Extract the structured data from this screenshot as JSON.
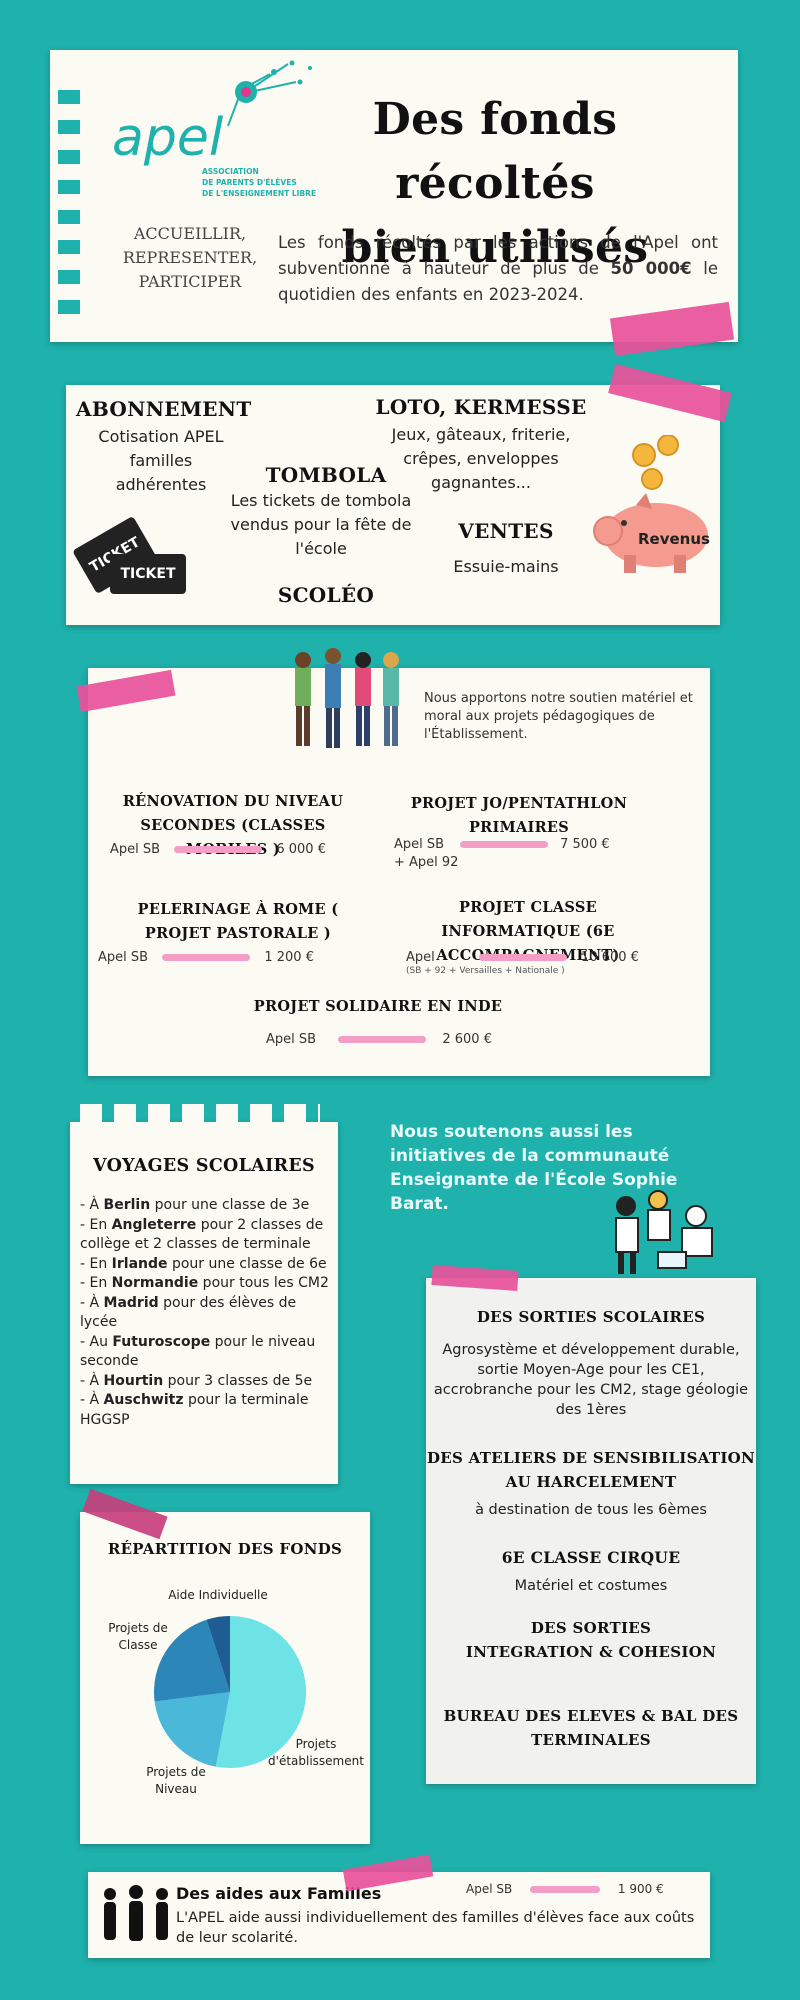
{
  "header": {
    "logo_text": "apel",
    "logo_sub": [
      "ASSOCIATION",
      "DE PARENTS D'ÉLÈVES",
      "DE L'ENSEIGNEMENT LIBRE"
    ],
    "motto": [
      "ACCUEILLIR,",
      "REPRESENTER,",
      "PARTICIPER"
    ],
    "title_line1": "Des fonds récoltés",
    "title_line2": "bien utilisés",
    "intro_pre": "Les fonds récoltés par les actions de l'Apel ont subventionné à hauteur de  plus de ",
    "intro_amount": "50 000€",
    "intro_post": " le quotidien des enfants en 2023-2024."
  },
  "revenue": {
    "abonnement_title": "ABONNEMENT",
    "abonnement_text": "Cotisation APEL familles adhérentes",
    "loto_title": "LOTO, KERMESSE",
    "loto_text": "Jeux, gâteaux, friterie, crêpes, enveloppes gagnantes...",
    "tombola_title": "TOMBOLA",
    "tombola_text": "Les tickets de tombola vendus pour la fête de l'école",
    "ventes_title": "VENTES",
    "ventes_text": "Essuie-mains",
    "scoleo_title": "SCOLÉO",
    "ticket_text_1": "TICKET",
    "ticket_text_2": "TICKET",
    "piggy_label": "Revenus"
  },
  "projects": {
    "intro": "Nous apportons notre soutien matériel et moral aux projets pédagogiques de l'Établissement.",
    "items": [
      {
        "title": "RÉNOVATION DU NIVEAU SECONDES  (CLASSES MOBILES )",
        "payer": "Apel SB",
        "amount": "6 000 €"
      },
      {
        "title": "PROJET JO/PENTATHLON PRIMAIRES",
        "payer": "Apel SB",
        "payer2": "+ Apel 92",
        "amount": "7 500 €"
      },
      {
        "title": "PELERINAGE À ROME ( PROJET PASTORALE )",
        "payer": "Apel SB",
        "amount": "1 200 €"
      },
      {
        "title": "PROJET CLASSE INFORMATIQUE (6E ACCOMPAGNEMENT)",
        "payer": "Apel",
        "payer_note": "(SB + 92 + Versailles + Nationale )",
        "amount": "10 600 €"
      },
      {
        "title": "PROJET SOLIDAIRE EN INDE",
        "payer": "Apel SB",
        "amount": "2 600 €"
      }
    ]
  },
  "voyages": {
    "title": "VOYAGES SCOLAIRES",
    "items": [
      {
        "pre": "-  À ",
        "bold": "Berlin",
        "post": " pour une classe de 3e"
      },
      {
        "pre": "- En ",
        "bold": "Angleterre",
        "post": " pour 2 classes de collège et 2 classes de terminale"
      },
      {
        "pre": "- En ",
        "bold": "Irlande",
        "post": " pour une classe de 6e"
      },
      {
        "pre": "- En ",
        "bold": "Normandie",
        "post": " pour tous les CM2"
      },
      {
        "pre": "- À ",
        "bold": "Madrid",
        "post": " pour des élèves de lycée"
      },
      {
        "pre": "- Au ",
        "bold": "Futuroscope",
        "post": " pour le niveau seconde"
      },
      {
        "pre": "- À ",
        "bold": "Hourtin",
        "post": " pour 3 classes de 5e"
      },
      {
        "pre": "- À ",
        "bold": "Auschwitz",
        "post": " pour la terminale HGGSP"
      }
    ]
  },
  "initiatives": {
    "text": "Nous soutenons aussi les initiatives de la communauté Enseignante de l'École Sophie Barat.",
    "sorties_title": "DES SORTIES SCOLAIRES",
    "sorties_text": "Agrosystème et développement durable, sortie Moyen-Age pour les CE1, accrobranche pour les CM2, stage géologie des 1ères",
    "ateliers_title_1": "DES ATELIERS DE SENSIBILISATION",
    "ateliers_title_2": "AU HARCELEMENT",
    "ateliers_text": "à destination de tous les 6èmes",
    "cirque_title": "6E CLASSE CIRQUE",
    "cirque_text": "Matériel et costumes",
    "integration_title_1": "DES SORTIES",
    "integration_title_2": "INTEGRATION & COHESION",
    "bureau_title_1": "BUREAU DES ELEVES & BAL DES",
    "bureau_title_2": "TERMINALES"
  },
  "repartition": {
    "title": "RÉPARTITION DES FONDS",
    "slices": [
      {
        "label": "Projets d'établissement",
        "value": 0.53,
        "color": "#6de3e6"
      },
      {
        "label": "Projets de Niveau",
        "value": 0.2,
        "color": "#4ab8d8"
      },
      {
        "label": "Projets de Classe",
        "value": 0.22,
        "color": "#2d86b8"
      },
      {
        "label": "Aide Individuelle",
        "value": 0.05,
        "color": "#1f5c94"
      }
    ]
  },
  "aides": {
    "title": "Des aides aux Familles",
    "text": "L'APEL aide aussi individuellement des familles d'élèves face aux coûts de leur scolarité.",
    "payer": "Apel SB",
    "amount": "1 900 €"
  }
}
